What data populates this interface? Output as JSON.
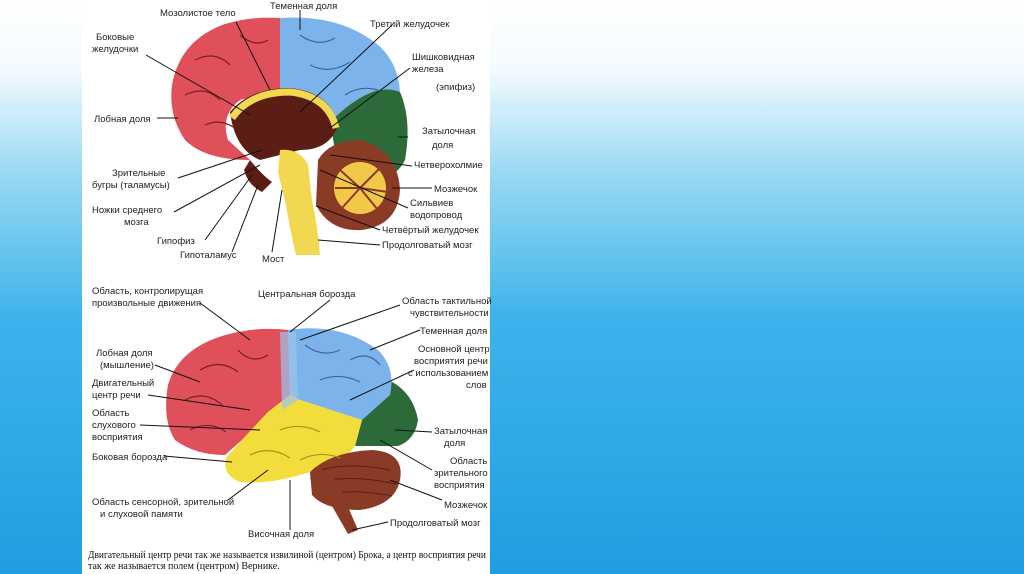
{
  "colors": {
    "frontal_red": "#e0505a",
    "parietal_blue": "#7cb3ea",
    "occipital_green": "#2d6a3a",
    "temporal_yellow": "#f2dd3c",
    "cerebellum_brown": "#8a3b26",
    "brainstem_yellow": "#f2d850",
    "inner_dark": "#5a1e14",
    "background_blue": "#1f9ee2"
  },
  "sagittal": {
    "labels": {
      "corpus_callosum": "Мозолистое тело",
      "parietal_lobe": "Теменная доля",
      "third_ventricle": "Третий желудочек",
      "lateral_ventricles_1": "Боковые",
      "lateral_ventricles_2": "желудочки",
      "pineal_1": "Шишковидная",
      "pineal_2": "железа",
      "pineal_3": "(эпифиз)",
      "frontal_lobe": "Лобная доля",
      "occipital_1": "Затылочная",
      "occipital_2": "доля",
      "quadrigemina": "Четверохолмие",
      "thalamus_1": "Зрительные",
      "thalamus_2": "бугры (таламусы)",
      "cerebellum": "Мозжечок",
      "aqueduct_1": "Сильвиев",
      "aqueduct_2": "водопровод",
      "peduncles_1": "Ножки среднего",
      "peduncles_2": "мозга",
      "fourth_ventricle": "Четвёртый желудочек",
      "pituitary": "Гипофиз",
      "hypothalamus": "Гипоталамус",
      "pons": "Мост",
      "medulla": "Продолговатый мозг"
    }
  },
  "lateral": {
    "labels": {
      "motor_area_1": "Область, контролирущая",
      "motor_area_2": "произвольные движения",
      "central_sulcus": "Центральная борозда",
      "tactile_1": "Область тактильной",
      "tactile_2": "чувствительности",
      "parietal_lobe": "Теменная доля",
      "frontal_1": "Лобная доля",
      "frontal_2": "(мышление)",
      "speech_perception_1": "Основной центр",
      "speech_perception_2": "восприятия речи",
      "speech_perception_3": "с использованием",
      "speech_perception_4": "слов",
      "motor_speech_1": "Двигательный",
      "motor_speech_2": "центр речи",
      "auditory_1": "Область",
      "auditory_2": "слухового",
      "auditory_3": "восприятия",
      "occipital_1": "Затылочная",
      "occipital_2": "доля",
      "lateral_sulcus": "Боковая борозда",
      "visual_1": "Область",
      "visual_2": "зрительного",
      "visual_3": "восприятия",
      "cerebellum": "Мозжечок",
      "memory_1": "Область сенсорной, зрительной",
      "memory_2": "и слуховой памяти",
      "temporal_lobe": "Височная доля",
      "medulla": "Продолговатый мозг"
    }
  },
  "caption": {
    "line1": "Двигательный центр речи так же называется извилиной (центром) Брока, а центр восприятия речи",
    "line2": "так же называется полем (центром) Вернике."
  }
}
